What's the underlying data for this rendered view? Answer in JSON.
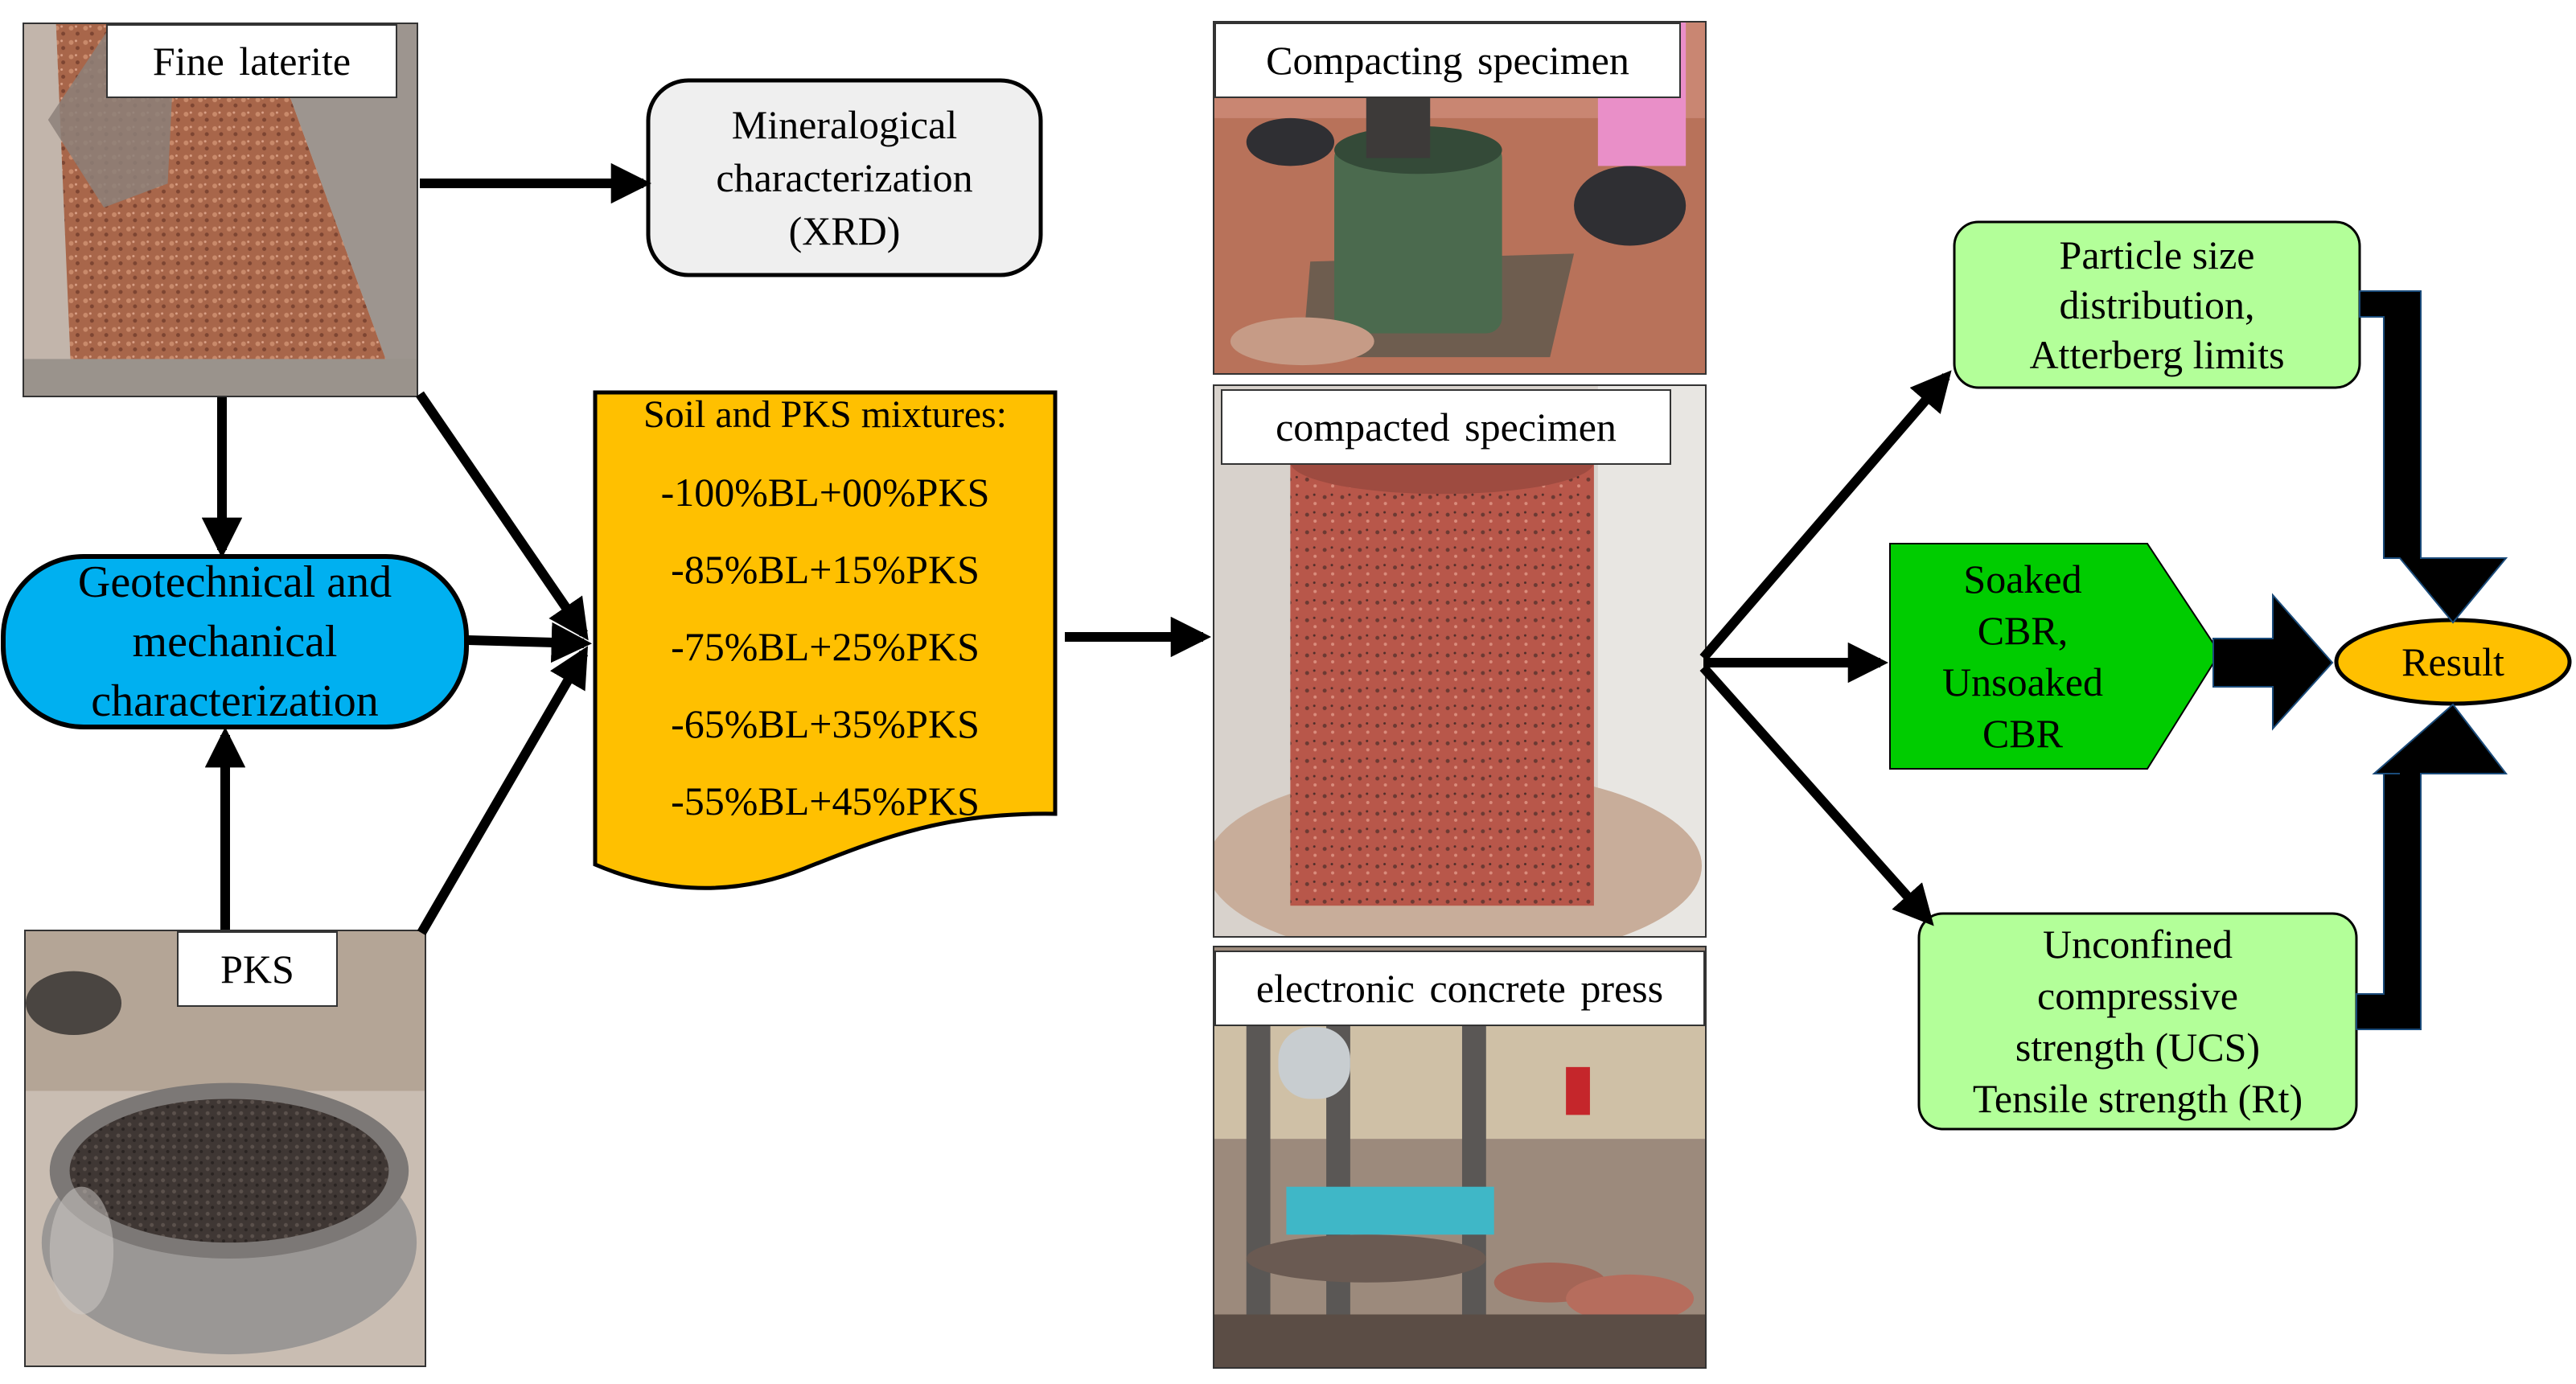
{
  "photos": {
    "fine_laterite": {
      "caption": "Fine laterite"
    },
    "pks": {
      "caption": "PKS"
    },
    "compacting": {
      "caption": "Compacting  specimen"
    },
    "compacted": {
      "caption": "compacted  specimen"
    },
    "press": {
      "caption": "electronic  concrete  press"
    }
  },
  "boxes": {
    "mineralogical": {
      "lines": [
        "Mineralogical",
        "characterization",
        "(XRD)"
      ]
    },
    "geotechnical": {
      "lines": [
        "Geotechnical and",
        "mechanical",
        "characterization"
      ]
    },
    "mixtures": {
      "title": "Soil and PKS mixtures:",
      "items": [
        "-100%BL+00%PKS",
        "-85%BL+15%PKS",
        "-75%BL+25%PKS",
        "-65%BL+35%PKS",
        "-55%BL+45%PKS"
      ]
    },
    "particle": {
      "lines": [
        "Particle  size",
        "distribution,",
        "Atterberg  limits"
      ]
    },
    "cbr": {
      "lines": [
        "Soaked",
        "CBR,",
        "Unsoaked",
        "CBR"
      ]
    },
    "ucs": {
      "lines": [
        "Unconfined",
        "compressive",
        "strength  (UCS)",
        "Tensile  strength  (Rt)"
      ]
    },
    "result": {
      "label": "Result"
    }
  },
  "colors": {
    "mineralogical_fill": "#efefef",
    "geotechnical_fill": "#00b0f0",
    "mixtures_fill": "#ffc000",
    "light_green": "#b3ff99",
    "green": "#00cc00",
    "result_fill": "#ffc000",
    "arrow": "#000000"
  }
}
